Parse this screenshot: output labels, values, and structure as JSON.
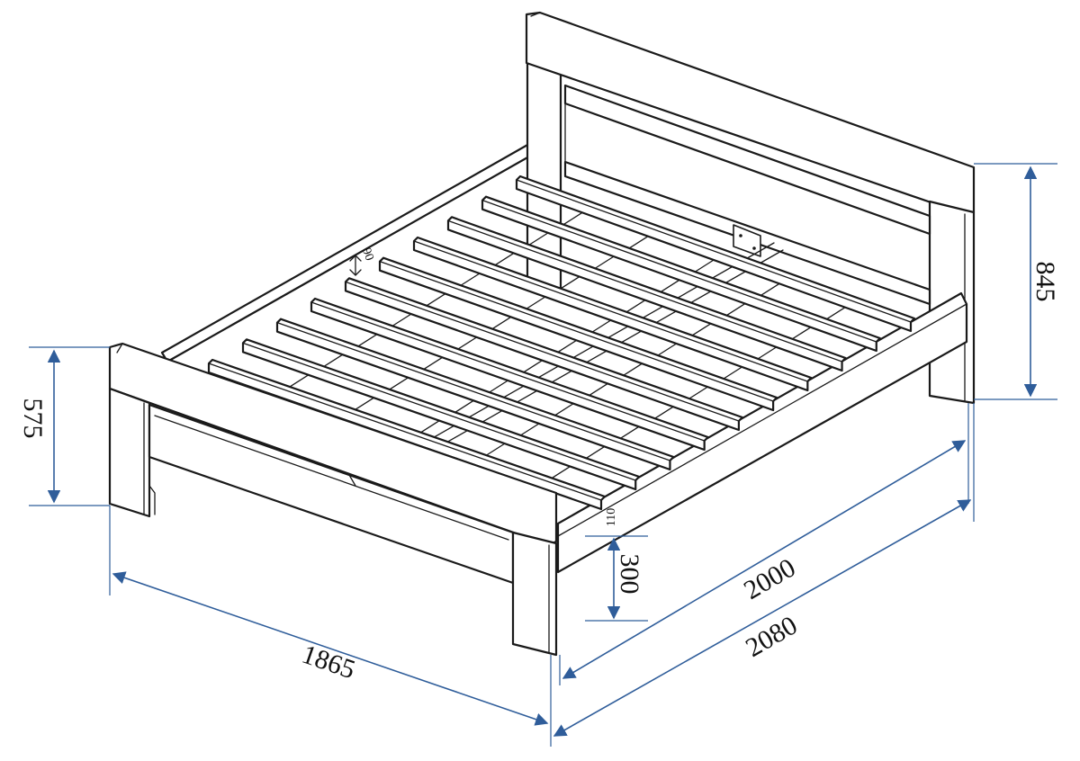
{
  "colors": {
    "outline": "#1a1a1a",
    "dimension": "#2f5d9a",
    "background": "#ffffff"
  },
  "dimensions": {
    "headboard_height": "845",
    "footboard_height": "575",
    "frame_height": "300",
    "inner_length": "2000",
    "outer_length": "2080",
    "outer_width": "1865",
    "rail_height": "110",
    "rail_thickness": "90"
  }
}
